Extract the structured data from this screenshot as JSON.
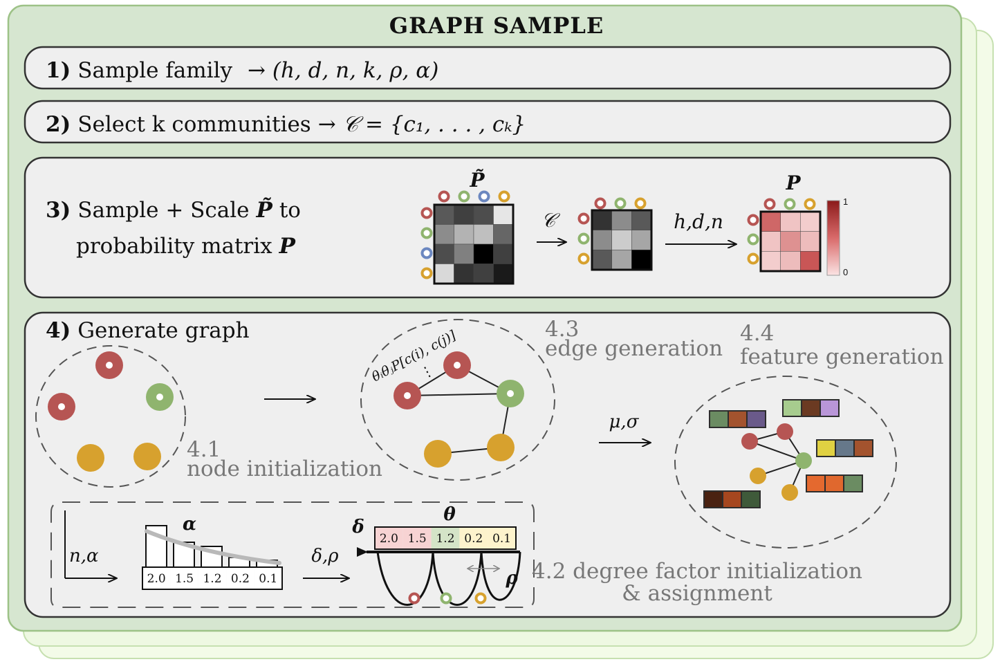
{
  "title": "GRAPH SAMPLE",
  "steps": [
    {
      "num": "1)",
      "text": "Sample family",
      "formula": "→ (h, d, n, k, ρ, α)"
    },
    {
      "num": "2)",
      "text": "Select k communities",
      "formula": "→ 𝒞 = {c₁, . . . , cₖ}"
    },
    {
      "num": "3)",
      "line1": "Sample + Scale",
      "sym1": "P̃",
      "line1_end": "to",
      "line2": "probability matrix",
      "sym2": "P"
    },
    {
      "num": "4)",
      "text": "Generate graph"
    }
  ],
  "matrix": {
    "ptilde_label": "P̃",
    "p_label": "P",
    "arrow1_label": "𝒞",
    "arrow2_label": "h,d,n",
    "colorbar_max": "1",
    "colorbar_min": "0"
  },
  "sub_labels": {
    "node_init_num": "4.1",
    "node_init_text": "node initialization",
    "edge_gen_num": "4.3",
    "edge_gen_text": "edge generation",
    "feat_gen_num": "4.4",
    "feat_gen_text": "feature generation",
    "degree_line1": "4.2 degree factor initialization",
    "degree_line2": "& assignment"
  },
  "edge_formula": "θᵢθⱼP[c(i), c(j)]",
  "edge_dots": "⋮",
  "mu_sigma": "μ,σ",
  "degree": {
    "n_alpha": "n,α",
    "alpha": "α",
    "values": [
      "2.0",
      "1.5",
      "1.2",
      "0.2",
      "0.1"
    ],
    "delta_rho": "δ,ρ",
    "delta": "δ",
    "theta": "θ",
    "rho": "ρ"
  },
  "colors": {
    "outer_green": "#d6e6d0",
    "inner_panel": "#efefef",
    "red": "#b65553",
    "green": "#8fb46e",
    "blue": "#6b87c0",
    "yellow": "#d7a12e"
  }
}
